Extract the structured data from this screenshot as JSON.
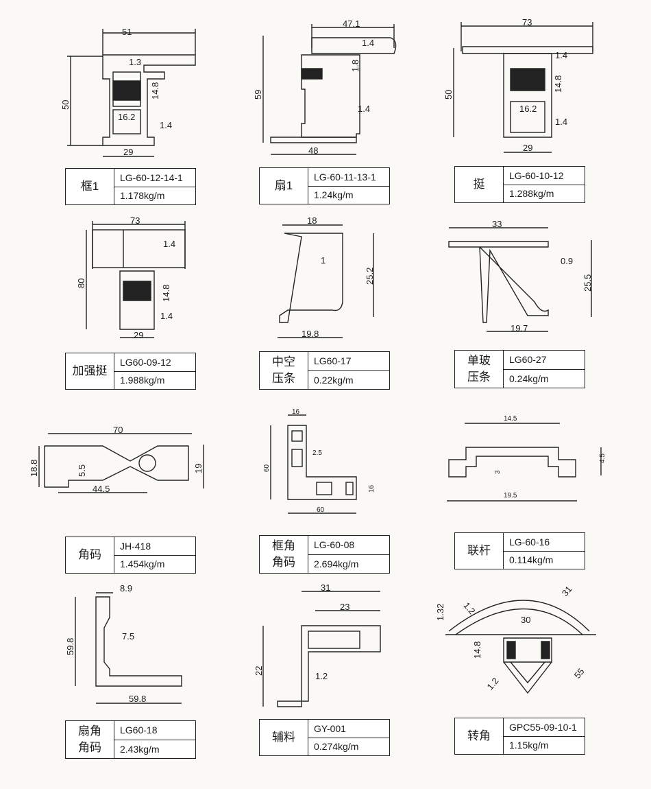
{
  "items": [
    {
      "name_lines": [
        "框1"
      ],
      "code": "LG-60-12-14-1",
      "weight": "1.178kg/m",
      "dims": [
        "51",
        "50",
        "1.3",
        "14.8",
        "16.2",
        "1.4",
        "29"
      ]
    },
    {
      "name_lines": [
        "扇1"
      ],
      "code": "LG-60-11-13-1",
      "weight": "1.24kg/m",
      "dims": [
        "47.1",
        "59",
        "1.4",
        "1.8",
        "1.4",
        "48"
      ]
    },
    {
      "name_lines": [
        "挺"
      ],
      "code": "LG-60-10-12",
      "weight": "1.288kg/m",
      "dims": [
        "73",
        "50",
        "1.4",
        "14.8",
        "16.2",
        "1.4",
        "29"
      ]
    },
    {
      "name_lines": [
        "加强挺"
      ],
      "code": "LG60-09-12",
      "weight": "1.988kg/m",
      "dims": [
        "73",
        "80",
        "1.4",
        "14.8",
        "1.4",
        "29"
      ]
    },
    {
      "name_lines": [
        "中空",
        "压条"
      ],
      "code": "LG60-17",
      "weight": "0.22kg/m",
      "dims": [
        "18",
        "1",
        "25.2",
        "19.8"
      ]
    },
    {
      "name_lines": [
        "单玻",
        "压条"
      ],
      "code": "LG60-27",
      "weight": "0.24kg/m",
      "dims": [
        "33",
        "0.9",
        "25.5",
        "19.7"
      ]
    },
    {
      "name_lines": [
        "角码"
      ],
      "code": "JH-418",
      "weight": "1.454kg/m",
      "dims": [
        "70",
        "18.8",
        "5.5",
        "19",
        "44.5"
      ]
    },
    {
      "name_lines": [
        "框角",
        "角码"
      ],
      "code": "LG-60-08",
      "weight": "2.694kg/m",
      "dims": [
        "16",
        "60",
        "2.5",
        "16",
        "60"
      ]
    },
    {
      "name_lines": [
        "联杆"
      ],
      "code": "LG-60-16",
      "weight": "0.114kg/m",
      "dims": [
        "14.5",
        "3",
        "4.5",
        "19.5"
      ]
    },
    {
      "name_lines": [
        "扇角",
        "角码"
      ],
      "code": "LG60-18",
      "weight": "2.43kg/m",
      "dims": [
        "8.9",
        "59.8",
        "7.5",
        "59.8"
      ]
    },
    {
      "name_lines": [
        "辅料"
      ],
      "code": "GY-001",
      "weight": "0.274kg/m",
      "dims": [
        "31",
        "23",
        "22",
        "1.2"
      ]
    },
    {
      "name_lines": [
        "转角"
      ],
      "code": "GPC55-09-10-1",
      "weight": "1.15kg/m",
      "dims": [
        "31",
        "1.32",
        "1.2",
        "30",
        "14.8",
        "1.2",
        "55"
      ]
    }
  ]
}
